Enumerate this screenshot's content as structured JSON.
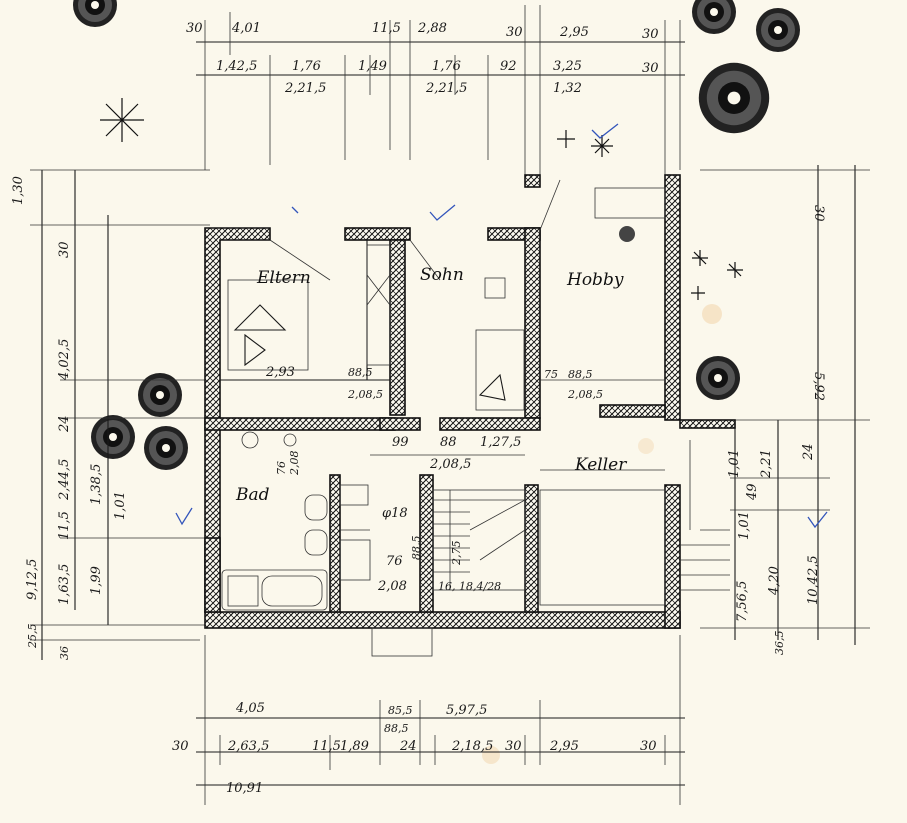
{
  "rooms": {
    "eltern": "Eltern",
    "sohn": "Sohn",
    "hobby": "Hobby",
    "bad": "Bad",
    "keller": "Keller"
  },
  "dims_top_row1": {
    "a": "30",
    "b": "4,01",
    "c": "11,5",
    "d": "2,88",
    "e": "30",
    "f": "2,95",
    "g": "30"
  },
  "dims_top_row2": {
    "a": "1,42,5",
    "b": "1,76",
    "c": "1,49",
    "d": "1,76",
    "e": "92",
    "f": "3,25",
    "g": "30",
    "h": "2,21,5",
    "i": "2,21,5",
    "j": "1,32"
  },
  "dims_bottom_row1": {
    "a": "4,05",
    "b": "85,5",
    "c": "5,97,5",
    "d": "88,5"
  },
  "dims_bottom_row2": {
    "a": "30",
    "b": "2,63,5",
    "c": "11,5",
    "d": "1,89",
    "e": "24",
    "f": "2,18,5",
    "g": "30",
    "h": "2,95",
    "i": "30"
  },
  "dims_bottom_total": "10,91",
  "dims_left": {
    "a": "1,30",
    "b": "30",
    "c": "4,02,5",
    "d": "24",
    "e": "2,44,5",
    "f": "1,38,5",
    "g": "11,5",
    "h": "1,01",
    "i": "1,63,5",
    "j": "1,99",
    "k": "9,12,5",
    "l": "25,5",
    "m": "36"
  },
  "dims_right": {
    "a": "30",
    "b": "5,92",
    "c": "1,01",
    "d": "2,21",
    "e": "24",
    "f": "1,01",
    "g": "49",
    "h": "4,20",
    "i": "10,42,5",
    "j": "7,56,5",
    "k": "36,5"
  },
  "interior": {
    "eltern_w": "2,93",
    "d1": "88,5",
    "d2": "2,08,5",
    "d3": "75",
    "d4": "88,5",
    "d5": "2,08,5",
    "d6": "99",
    "d7": "88",
    "d8": "1,27,5",
    "d9": "2,08,5",
    "d10": "76",
    "d11": "2,08",
    "d12": "φ18",
    "d13": "76",
    "d14": "88,5",
    "d15": "2,75",
    "d16": "2,08",
    "stair": "16, 18,4/28"
  }
}
